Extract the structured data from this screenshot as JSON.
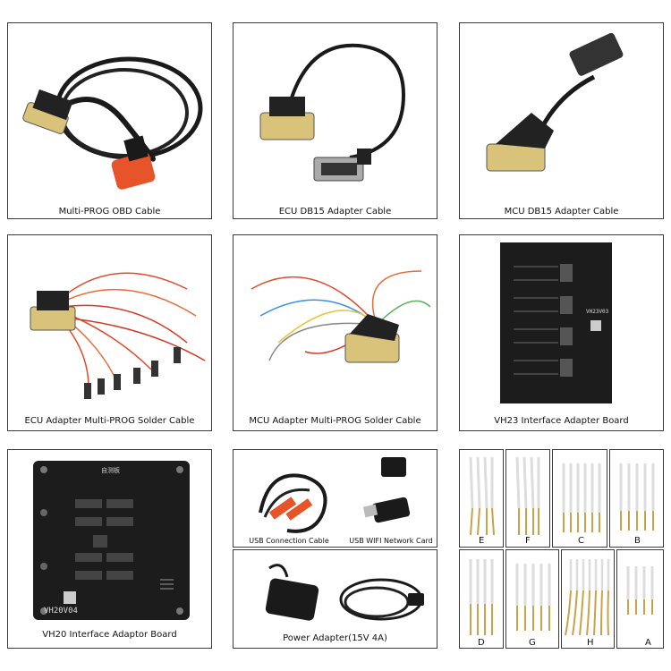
{
  "captions": {
    "obd": "Multi-PROG OBD Cable",
    "ecu_db15": "ECU DB15 Adapter Cable",
    "mcu_db15": "MCU DB15 Adapter Cable",
    "ecu_solder": "ECU Adapter Multi-PROG Solder Cable",
    "mcu_solder": "MCU Adapter Multi-PROG Solder Cable",
    "vh23": "VH23 Interface Adapter Board",
    "vh20": "VH20 Interface Adaptor Board",
    "usb_cable": "USB Connection Cable",
    "usb_wifi": "USB WIFI Network Card",
    "power": "Power Adapter(15V 4A)"
  },
  "board_labels": {
    "vh23_model": "VH23V03",
    "vh20_model": "VH20V04",
    "vh20_top": "自测板"
  },
  "pins": {
    "row1": [
      "E",
      "F",
      "C",
      "B"
    ],
    "row2": [
      "D",
      "G",
      "H",
      "A"
    ]
  },
  "colors": {
    "border": "#3a3a3a",
    "cable": "#1a1a1a",
    "orange": "#e8542a",
    "board": "#1c1c1c",
    "gold": "#c9a24a"
  }
}
